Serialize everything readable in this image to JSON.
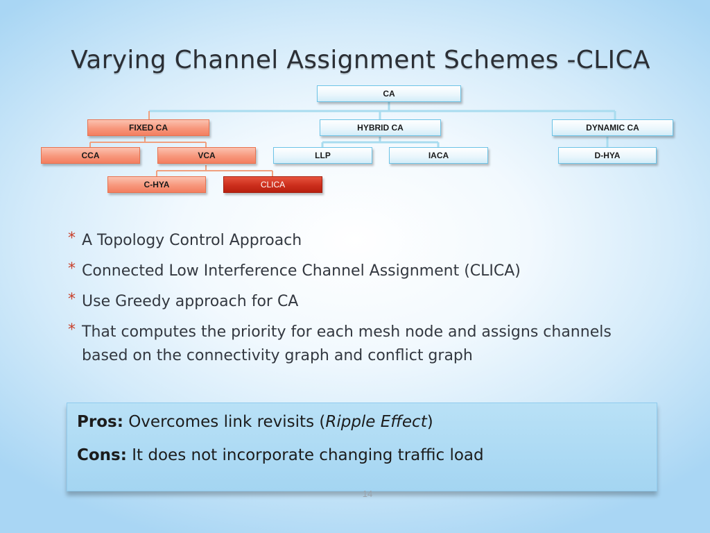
{
  "slide": {
    "title": "Varying  Channel Assignment Schemes -CLICA",
    "page_number": "14"
  },
  "diagram": {
    "root": "CA",
    "fixed_ca": "FIXED CA",
    "hybrid_ca": "HYBRID CA",
    "dynamic_ca": "DYNAMIC CA",
    "cca": "CCA",
    "vca": "VCA",
    "llp": "LLP",
    "iaca": "IACA",
    "d_hya": "D-HYA",
    "c_hya": "C-HYA",
    "clica": "CLICA",
    "colors": {
      "blue_border": "#6cc3e6",
      "orange_fill": "#f7977c",
      "red_fill": "#cc2e1c",
      "blue_connector": "#a9dcef",
      "orange_connector": "#f0a07e"
    }
  },
  "bullets": [
    "A Topology Control Approach",
    "Connected Low Interference Channel Assignment (CLICA)",
    "Use Greedy approach for CA",
    "That computes the priority for each mesh node and assigns channels based on the connectivity graph and conflict graph"
  ],
  "bullet_marker": "*",
  "pros_cons": {
    "pros_label": "Pros:",
    "pros_text_before": " Overcomes link revisits (",
    "pros_text_italic": "Ripple Effect",
    "pros_text_after": ")",
    "cons_label": "Cons:",
    "cons_text": " It does not incorporate changing traffic  load"
  }
}
